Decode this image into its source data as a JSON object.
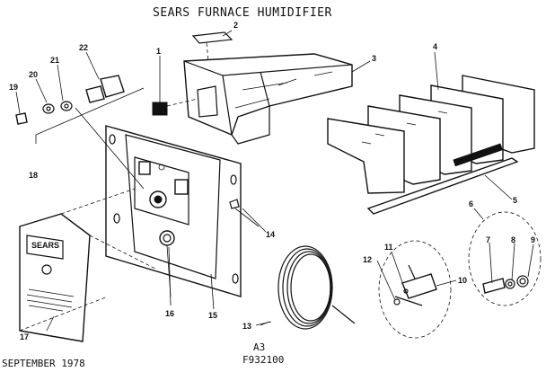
{
  "title": "SEARS FURNACE HUMIDIFIER",
  "footer": {
    "date": "SEPTEMBER 1978",
    "code_line1": "A3",
    "code_line2": "F932100"
  },
  "brand_badge": "SEARS",
  "callouts": [
    "1",
    "2",
    "3",
    "4",
    "5",
    "6",
    "7",
    "8",
    "9",
    "10",
    "11",
    "12",
    "13",
    "14",
    "15",
    "16",
    "17",
    "18",
    "19",
    "20",
    "21",
    "22"
  ]
}
